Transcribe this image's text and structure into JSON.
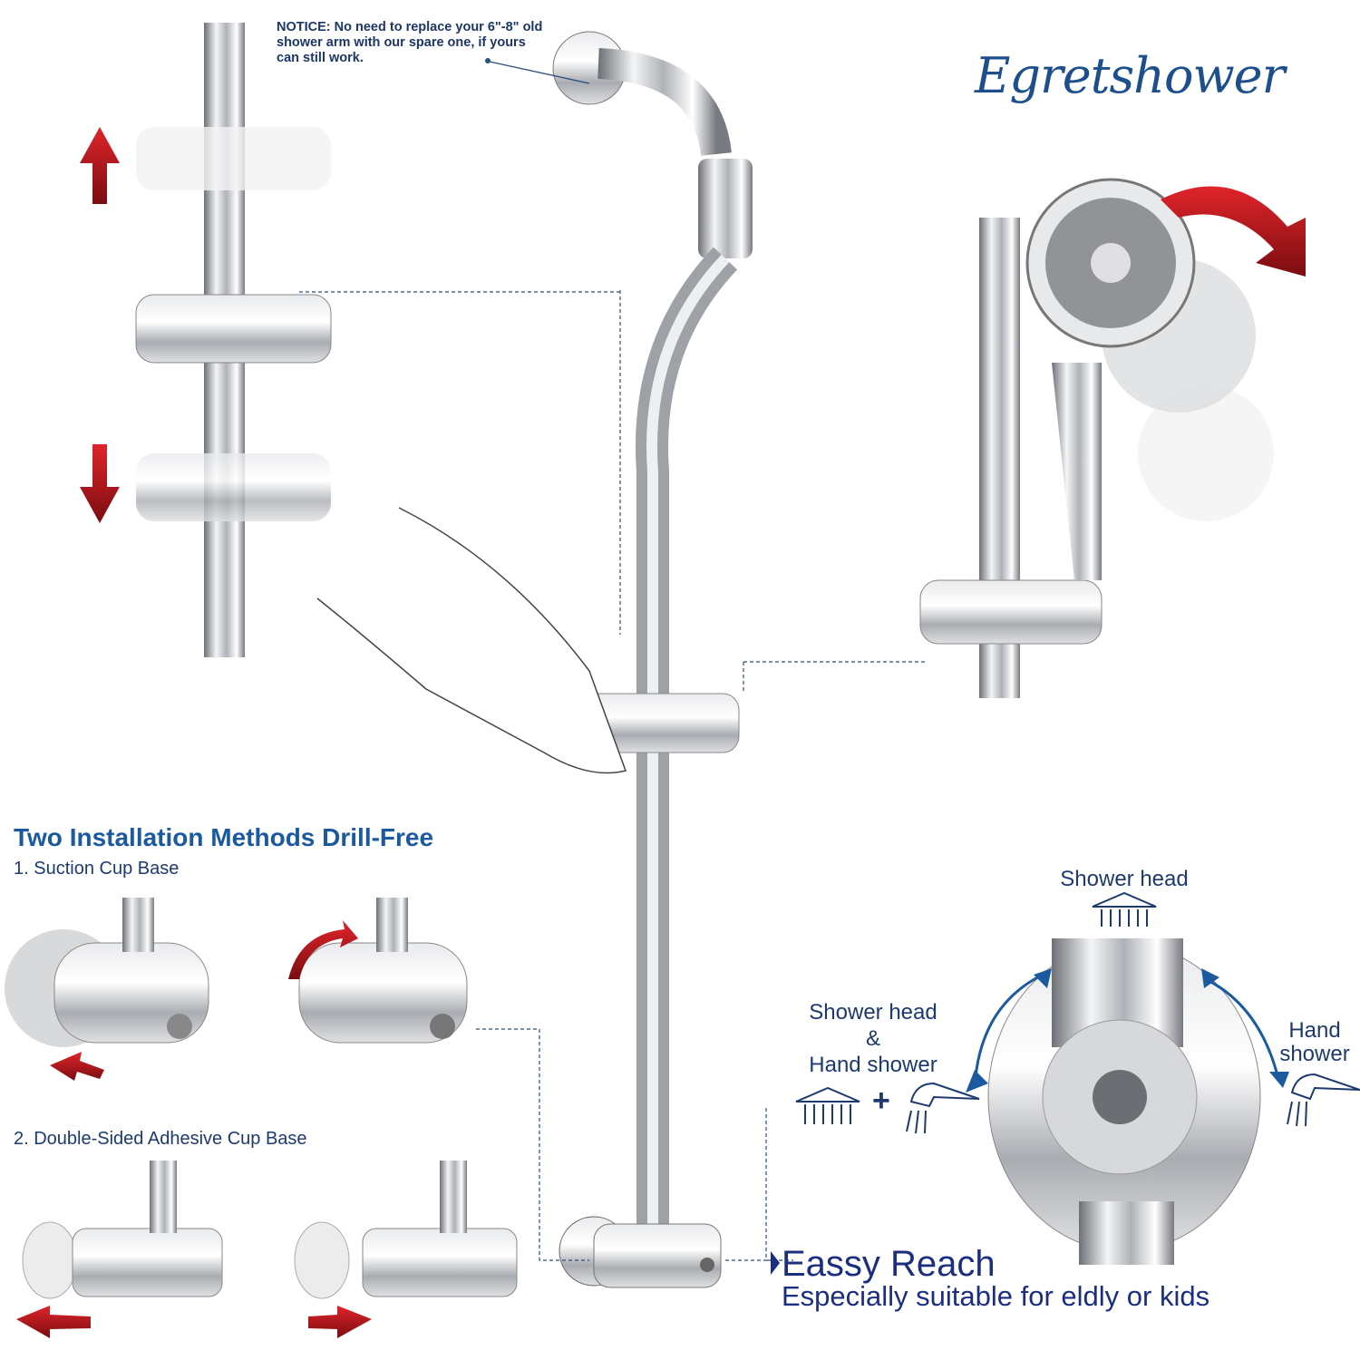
{
  "brand": {
    "logo_text": "Egretshower"
  },
  "notice": {
    "text": "NOTICE: No need to replace your 6\"-8\" old shower arm with our spare one, if yours can still work."
  },
  "installation": {
    "title": "Two Installation Methods Drill-Free",
    "method_1": "1. Suction Cup Base",
    "method_2": "2. Double-Sided Adhesive Cup Base"
  },
  "diverter": {
    "top_label": "Shower head",
    "left_label_line1": "Shower head",
    "left_label_line2": "&",
    "left_label_line3": "Hand shower",
    "right_label_line1": "Hand",
    "right_label_line2": "shower",
    "plus": "+"
  },
  "reach": {
    "title": "Eassy Reach",
    "subtitle": "Especially suitable for eldly or kids"
  },
  "colors": {
    "accent_blue": "#1c5aa0",
    "arrow_red": "#c8161d",
    "chrome": "#c9ccd0"
  }
}
